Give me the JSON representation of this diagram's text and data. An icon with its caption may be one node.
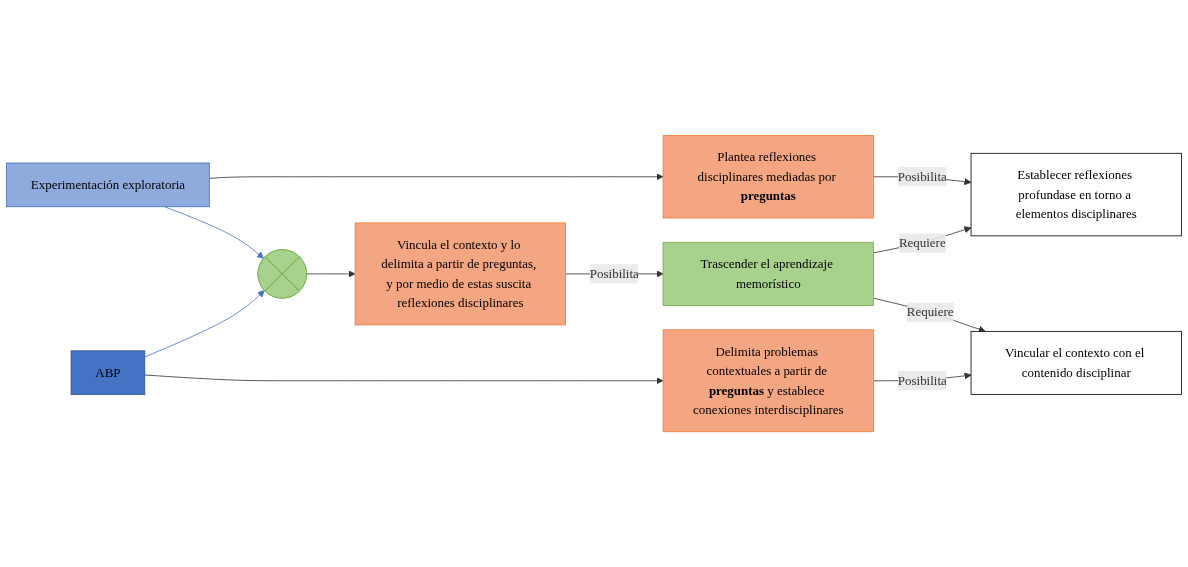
{
  "diagram": {
    "nodes": [
      {
        "text": [
          "Experimentación exploratoria"
        ]
      },
      {
        "text": [
          "Plantea reflexiones disciplinares mediadas por **preguntas**"
        ]
      },
      {
        "text": [
          "Establecer reflexiones profundase en torno a elementos disciplinares"
        ]
      },
      {
        "text": [],
        "shape": "cross"
      },
      {
        "text": [
          "Vincula el contexto y lo delimita a partir de preguntas, y por medio de estas suscita reflexiones disciplinares"
        ]
      },
      {
        "text": [
          "Trascender el aprendizaje memorístico"
        ]
      },
      {
        "text": [
          "ABP"
        ]
      },
      {
        "text": [
          "Delimita problemas contextuales a partir de **preguntas** y establece conexiones interdisciplinares"
        ]
      },
      {
        "text": [
          "Vincular el contexto con el contenido disciplinar"
        ]
      }
    ],
    "edges": [
      {
        "from": 0,
        "to": 1,
        "arrow": "to"
      },
      {
        "from": 1,
        "to": 2,
        "arrow": "to",
        "label": "Posibilita"
      },
      {
        "from": 0,
        "to": 3,
        "arrow": "to",
        "color": "#4472c4"
      },
      {
        "from": 6,
        "to": 3,
        "arrow": "to",
        "color": "#4472c4"
      },
      {
        "from": 3,
        "to": 4,
        "arrow": "to"
      },
      {
        "from": 4,
        "to": 5,
        "arrow": "to",
        "label": "Posibilita"
      },
      {
        "from": 5,
        "to": 2,
        "arrow": "to",
        "label": "Requiere"
      },
      {
        "from": 5,
        "to": 8,
        "arrow": "to",
        "label": "Requiere"
      },
      {
        "from": 6,
        "to": 7,
        "arrow": "to"
      },
      {
        "from": 7,
        "to": 8,
        "arrow": "to",
        "label": "Posibilita"
      }
    ]
  }
}
